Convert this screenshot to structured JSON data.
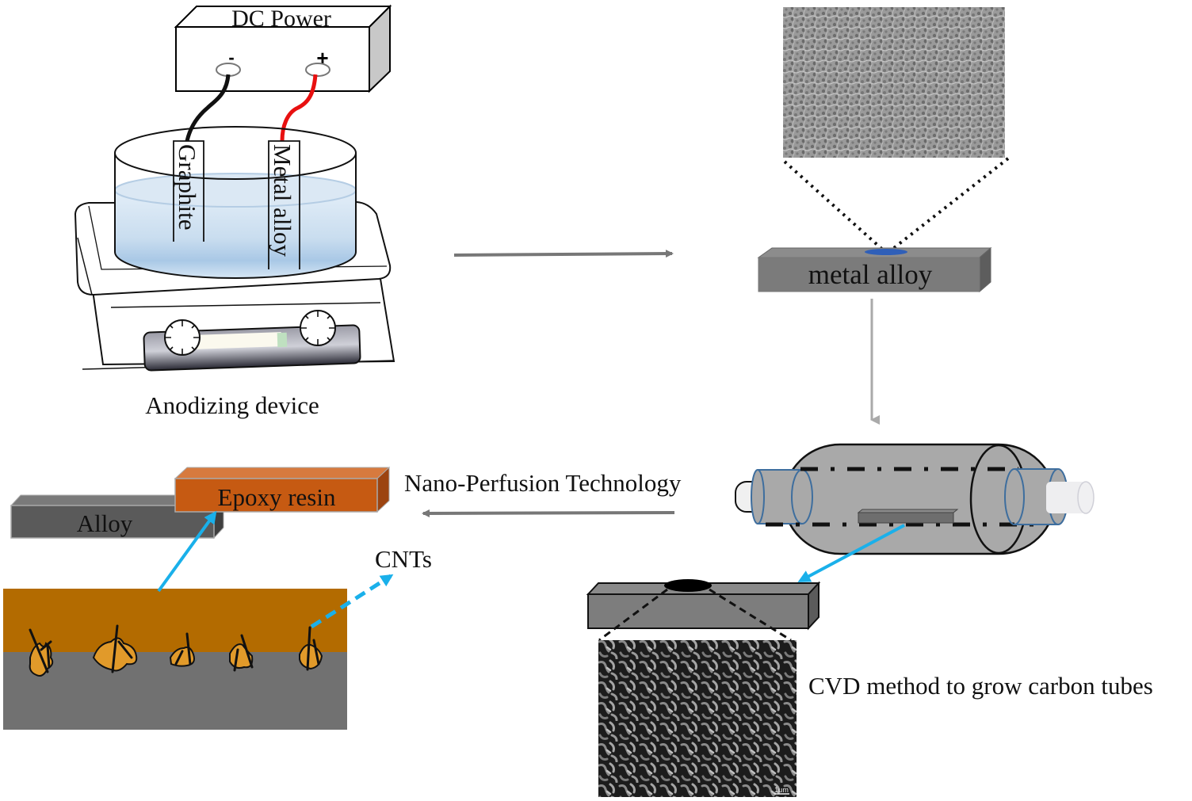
{
  "title": "Anodizing, CVD carbon nanotube growth and nano-perfusion process diagram",
  "labels": {
    "dc_power": "DC Power",
    "minus": "-",
    "plus": "+",
    "graphite": "Graphite",
    "metal_alloy_electrode": "Metal alloy",
    "anodizing_device": "Anodizing device",
    "metal_alloy_bar": "metal alloy",
    "cvd_caption": "CVD method to grow carbon tubes",
    "nano_perfusion": "Nano-Perfusion Technology",
    "epoxy_resin": "Epoxy resin",
    "alloy": "Alloy",
    "cnts": "CNTs",
    "sem_scale": "1μm"
  },
  "colors": {
    "wire_negative": "#111111",
    "wire_positive": "#e81010",
    "electrolyte": "#c9def0",
    "bar_gray": "#7b7b7b",
    "furnace_gray": "#a9a9a9",
    "tube_outline": "#3e6e9e",
    "epoxy": "#c65a12",
    "epoxy_layer": "#b36b00",
    "alloy_dark": "#5a5a5a",
    "substrate_gray": "#717171",
    "cyan_arrow": "#1ab0ea",
    "process_arrow": "#777777",
    "pore_mark": "#2f5fb8"
  },
  "steps": [
    {
      "id": "anodizing",
      "label": "Anodizing device"
    },
    {
      "id": "porous_alloy",
      "label": "metal alloy"
    },
    {
      "id": "cvd",
      "label": "CVD method to grow carbon tubes"
    },
    {
      "id": "perfusion",
      "label": "Nano-Perfusion Technology"
    }
  ]
}
